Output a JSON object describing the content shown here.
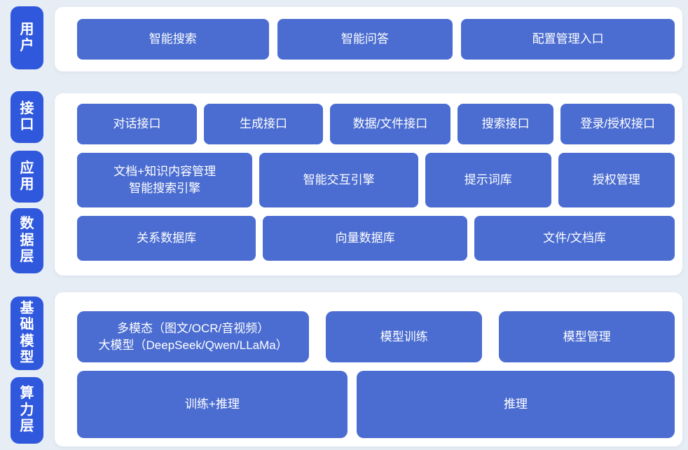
{
  "colors": {
    "background": "#e7edf4",
    "panel": "#ffffff",
    "layer_label": "#2f58dd",
    "block": "#4b6dd1",
    "block_text": "#ffffff"
  },
  "diagram": {
    "layers": [
      {
        "id": "user",
        "label": "用户",
        "blocks": [
          "智能搜索",
          "智能问答",
          "配置管理入口"
        ]
      },
      {
        "id": "interface",
        "label": "接口",
        "blocks": [
          "对话接口",
          "生成接口",
          "数据/文件接口",
          "搜索接口",
          "登录/授权接口"
        ]
      },
      {
        "id": "application",
        "label": "应用",
        "blocks": [
          "文档+知识内容管理\n智能搜索引擎",
          "智能交互引擎",
          "提示词库",
          "授权管理"
        ]
      },
      {
        "id": "data_layer",
        "label": "数据层",
        "blocks": [
          "关系数据库",
          "向量数据库",
          "文件/文档库"
        ]
      },
      {
        "id": "foundation_model",
        "label": "基础模型",
        "blocks": [
          "多模态（图文/OCR/音视频）\n大模型（DeepSeek/Qwen/LLaMa）",
          "模型训练",
          "模型管理"
        ]
      },
      {
        "id": "compute_layer",
        "label": "算力层",
        "blocks": [
          "训练+推理",
          "推理"
        ]
      }
    ]
  }
}
